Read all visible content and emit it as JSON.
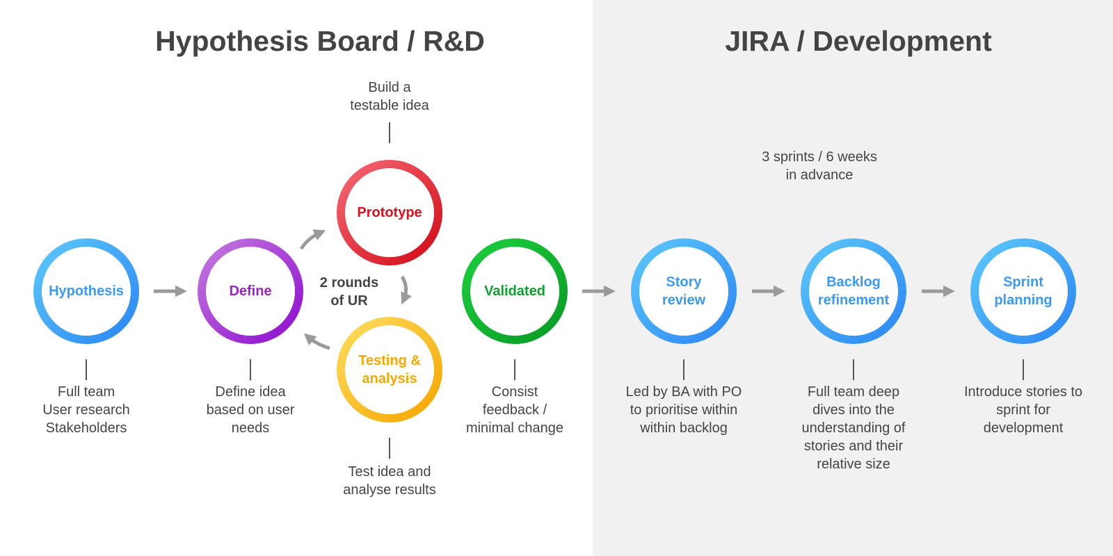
{
  "sections": {
    "left_title": "Hypothesis Board / R&D",
    "right_title": "JIRA / Development"
  },
  "colors": {
    "background_left": "#ffffff",
    "background_right": "#f1f1f1",
    "text": "#444444",
    "arrow": "#9a9a9a",
    "blue": "#3a9af5",
    "purple": "#a020c8",
    "red": "#e0101c",
    "orange": "#f6a800",
    "green": "#0aa32a"
  },
  "nodes": {
    "hypothesis": {
      "label": "Hypothesis",
      "color": "blue",
      "description": "Full team\nUser research\nStakeholders"
    },
    "define": {
      "label": "Define",
      "color": "purple",
      "description": "Define idea\nbased on user\nneeds"
    },
    "prototype": {
      "label": "Prototype",
      "color": "red",
      "description": "Build a\ntestable idea"
    },
    "testing": {
      "label": "Testing &\nanalysis",
      "color": "orange",
      "description": "Test idea and\nanalyse results"
    },
    "validated": {
      "label": "Validated",
      "color": "green",
      "description": "Consist\nfeedback /\nminimal change"
    },
    "story_review": {
      "label": "Story\nreview",
      "color": "blue",
      "description": "Led by BA with PO\nto prioritise within\nwithin backlog"
    },
    "backlog_refinement": {
      "label": "Backlog\nrefinement",
      "color": "blue",
      "description": "Full team deep\ndives into the\nunderstanding of\nstories and their\nrelative size"
    },
    "sprint_planning": {
      "label": "Sprint\nplanning",
      "color": "blue",
      "description": "Introduce stories to\nsprint for\ndevelopment"
    }
  },
  "loop_note": "2 rounds\nof UR",
  "sprint_note": "3 sprints / 6 weeks\nin advance"
}
